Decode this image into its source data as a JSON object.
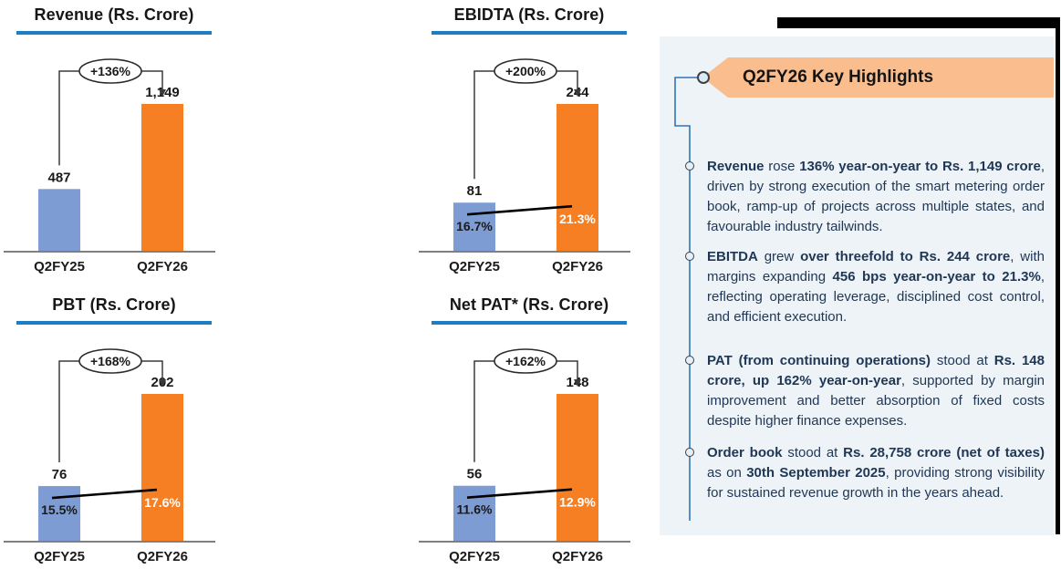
{
  "colors": {
    "bar_blue": "#7e9cd4",
    "bar_orange": "#f57f22",
    "title_underline_blue": "#1e7ec4",
    "panel_background": "#edf3f7",
    "banner_peach": "#fabd8d",
    "connector_blue": "#2e75b6",
    "body_text_navy": "#1f3655",
    "axis_gray": "#7f7f7f",
    "frame_black": "#000000"
  },
  "chart_data": [
    {
      "type": "bar",
      "title": "Revenue (Rs. Crore)",
      "categories": [
        "Q2FY25",
        "Q2FY26"
      ],
      "values": [
        487,
        1149
      ],
      "value_labels": [
        "487",
        "1,149"
      ],
      "growth_label": "+136%",
      "margin_labels": null,
      "bar_colors": [
        "#7e9cd4",
        "#f57f22"
      ],
      "ylabel": "Rs. Crore",
      "grid": false,
      "legend": "none"
    },
    {
      "type": "bar",
      "title": "EBIDTA (Rs. Crore)",
      "categories": [
        "Q2FY25",
        "Q2FY26"
      ],
      "values": [
        81,
        244
      ],
      "value_labels": [
        "81",
        "244"
      ],
      "growth_label": "+200%",
      "margin_labels": [
        "16.7%",
        "21.3%"
      ],
      "bar_colors": [
        "#7e9cd4",
        "#f57f22"
      ],
      "ylabel": "Rs. Crore",
      "grid": false,
      "legend": "none"
    },
    {
      "type": "bar",
      "title": "PBT (Rs. Crore)",
      "categories": [
        "Q2FY25",
        "Q2FY26"
      ],
      "values": [
        76,
        202
      ],
      "value_labels": [
        "76",
        "202"
      ],
      "growth_label": "+168%",
      "margin_labels": [
        "15.5%",
        "17.6%"
      ],
      "bar_colors": [
        "#7e9cd4",
        "#f57f22"
      ],
      "ylabel": "Rs. Crore",
      "grid": false,
      "legend": "none"
    },
    {
      "type": "bar",
      "title": "Net PAT* (Rs. Crore)",
      "categories": [
        "Q2FY25",
        "Q2FY26"
      ],
      "values": [
        56,
        148
      ],
      "value_labels": [
        "56",
        "148"
      ],
      "growth_label": "+162%",
      "margin_labels": [
        "11.6%",
        "12.9%"
      ],
      "bar_colors": [
        "#7e9cd4",
        "#f57f22"
      ],
      "ylabel": "Rs. Crore",
      "grid": false,
      "legend": "none"
    }
  ],
  "highlights": {
    "title": "Q2FY26 Key Highlights",
    "bullets": [
      {
        "segments": [
          {
            "text": "Revenue",
            "bold": true
          },
          {
            "text": " rose ",
            "bold": false
          },
          {
            "text": "136% year-on-year to Rs. 1,149 crore",
            "bold": true
          },
          {
            "text": ", driven by strong execution of the smart metering order book, ramp-up of projects across multiple states, and favourable industry tailwinds.",
            "bold": false
          }
        ]
      },
      {
        "segments": [
          {
            "text": "EBITDA",
            "bold": true
          },
          {
            "text": " grew ",
            "bold": false
          },
          {
            "text": "over threefold to Rs. 244 crore",
            "bold": true
          },
          {
            "text": ", with margins expanding ",
            "bold": false
          },
          {
            "text": "456 bps year-on-year to 21.3%",
            "bold": true
          },
          {
            "text": ", reflecting operating leverage, disciplined cost control, and efficient execution.",
            "bold": false
          }
        ]
      },
      {
        "segments": [
          {
            "text": "PAT (from continuing operations)",
            "bold": true
          },
          {
            "text": " stood at ",
            "bold": false
          },
          {
            "text": "Rs. 148 crore, up 162% year-on-year",
            "bold": true
          },
          {
            "text": ", supported by margin improvement and better absorption of fixed costs despite higher finance expenses.",
            "bold": false
          }
        ]
      },
      {
        "segments": [
          {
            "text": "Order book",
            "bold": true
          },
          {
            "text": " stood at ",
            "bold": false
          },
          {
            "text": "Rs. 28,758 crore (net of taxes)",
            "bold": true
          },
          {
            "text": " as on ",
            "bold": false
          },
          {
            "text": "30th September 2025",
            "bold": true
          },
          {
            "text": ", providing strong visibility for sustained revenue growth in the years ahead.",
            "bold": false
          }
        ]
      }
    ]
  }
}
